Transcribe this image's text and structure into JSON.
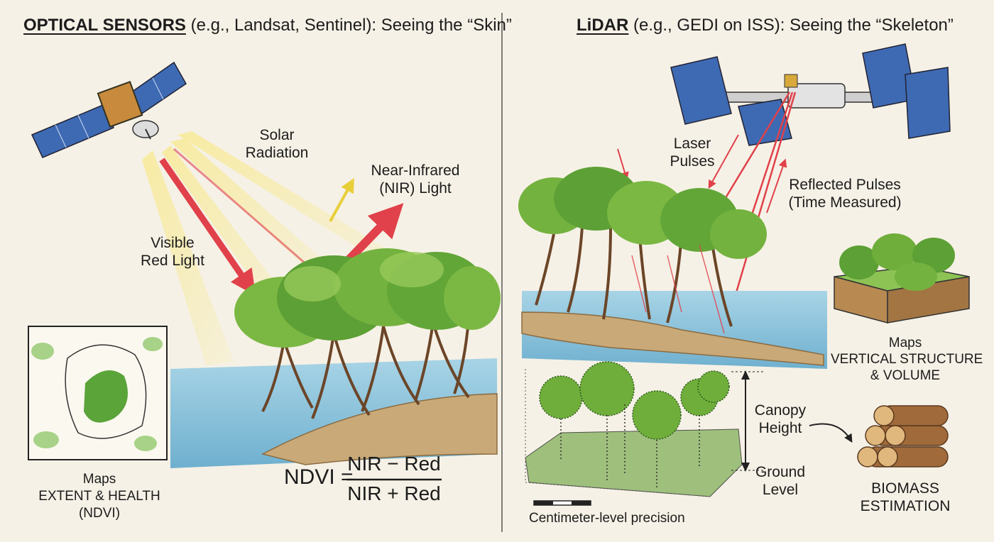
{
  "left": {
    "title_strong": "OPTICAL SENSORS",
    "title_rest": " (e.g., Landsat, Sentinel): Seeing the “Skin”",
    "solar": [
      "Solar",
      "Radiation"
    ],
    "nir": [
      "Near-Infrared",
      "(NIR) Light"
    ],
    "visible": [
      "Visible",
      "Red Light"
    ],
    "maps": [
      "Maps",
      "EXTENT & HEALTH",
      "(NDVI)"
    ],
    "ndvi": {
      "lhs": "NDVI =",
      "numerator": "NIR − Red",
      "denominator": "NIR + Red"
    }
  },
  "right": {
    "title_strong": "LiDAR",
    "title_rest": " (e.g., GEDI on ISS): Seeing the “Skeleton”",
    "laser": [
      "Laser",
      "Pulses"
    ],
    "reflected": [
      "Reflected Pulses",
      "(Time Measured)"
    ],
    "maps": [
      "Maps",
      "VERTICAL STRUCTURE",
      "& VOLUME"
    ],
    "canopy": [
      "Canopy",
      "Height"
    ],
    "ground": [
      "Ground",
      "Level"
    ],
    "biomass": [
      "BIOMASS",
      "ESTIMATION"
    ],
    "precision": "Centimeter-level precision"
  },
  "colors": {
    "paper": "#f6f1e6",
    "red_arrow": "#e0414a",
    "yellow_light": "#f3df6e",
    "foliage": "#6fae3a",
    "water": "#8ec6df",
    "trunk": "#7a5234"
  }
}
